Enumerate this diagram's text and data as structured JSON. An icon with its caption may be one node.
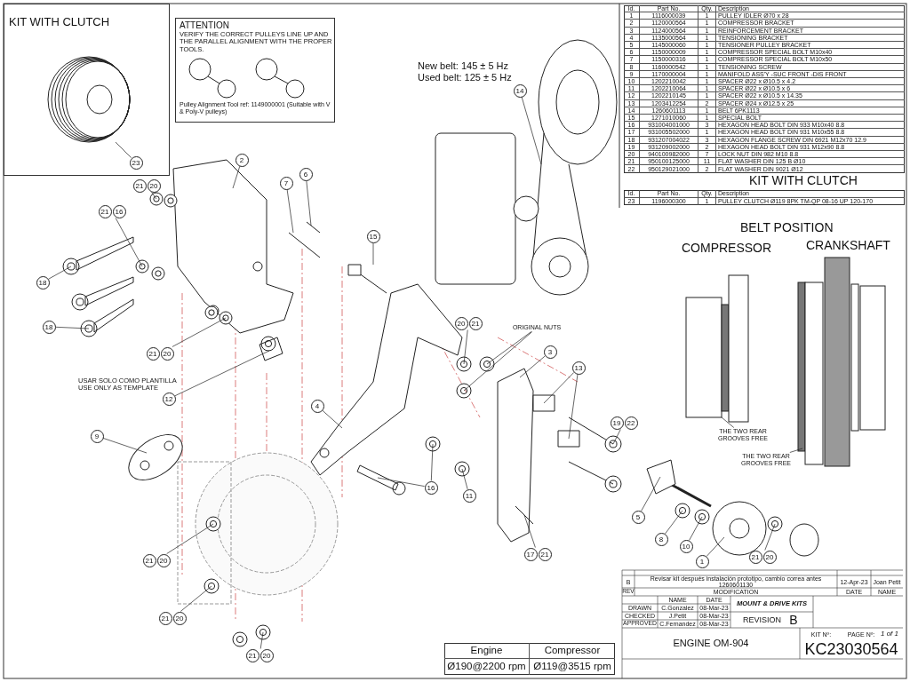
{
  "diagram": {
    "nodes": [
      {
        "text": [
          "23"
        ]
      },
      {
        "text": [
          "2"
        ]
      },
      {
        "text": [
          "21",
          "20"
        ]
      },
      {
        "text": [
          "7"
        ]
      },
      {
        "text": [
          "6"
        ]
      },
      {
        "text": [
          "21",
          "16"
        ]
      },
      {
        "text": [
          "18"
        ]
      },
      {
        "text": [
          "15"
        ]
      },
      {
        "text": [
          "18"
        ]
      },
      {
        "text": [
          "21",
          "20"
        ]
      },
      {
        "text": [
          "12"
        ]
      },
      {
        "text": [
          "4"
        ]
      },
      {
        "text": [
          "9"
        ]
      },
      {
        "text": [
          "20",
          "21"
        ]
      },
      {
        "text": [
          "ORIGINAL NUTS"
        ]
      },
      {
        "text": [
          "3"
        ]
      },
      {
        "text": [
          "13"
        ]
      },
      {
        "text": [
          "19",
          "22"
        ]
      },
      {
        "text": [
          "14"
        ]
      },
      {
        "text": [
          "16"
        ]
      },
      {
        "text": [
          "11"
        ]
      },
      {
        "text": [
          "5"
        ]
      },
      {
        "text": [
          "8"
        ]
      },
      {
        "text": [
          "10"
        ]
      },
      {
        "text": [
          "1"
        ]
      },
      {
        "text": [
          "17",
          "21"
        ]
      },
      {
        "text": [
          "21",
          "20"
        ]
      },
      {
        "text": [
          "21",
          "20"
        ]
      },
      {
        "text": [
          "21",
          "20"
        ]
      },
      {
        "text": [
          "21",
          "20"
        ]
      },
      {
        "text": [
          "THE TWO REAR GROOVES FREE"
        ]
      },
      {
        "text": [
          "THE TWO REAR GROOVES FREE"
        ]
      }
    ],
    "edges": [
      {
        "from": 0,
        "to": null,
        "arrow": "none"
      },
      {
        "from": 1,
        "to": null,
        "arrow": "none"
      },
      {
        "from": 2,
        "to": null,
        "arrow": "none"
      },
      {
        "from": 3,
        "to": null,
        "arrow": "none"
      },
      {
        "from": 4,
        "to": null,
        "arrow": "none"
      },
      {
        "from": 5,
        "to": null,
        "arrow": "none"
      },
      {
        "from": 6,
        "to": null,
        "arrow": "none"
      },
      {
        "from": 7,
        "to": null,
        "arrow": "none"
      },
      {
        "from": 8,
        "to": null,
        "arrow": "none"
      },
      {
        "from": 9,
        "to": null,
        "arrow": "none"
      },
      {
        "from": 10,
        "to": null,
        "arrow": "none"
      },
      {
        "from": 11,
        "to": null,
        "arrow": "none"
      },
      {
        "from": 12,
        "to": null,
        "arrow": "none"
      },
      {
        "from": 13,
        "to": null,
        "arrow": "none"
      },
      {
        "from": 14,
        "to": null,
        "arrow": "none"
      },
      {
        "from": 14,
        "to": null,
        "arrow": "none"
      },
      {
        "from": 15,
        "to": null,
        "arrow": "none"
      },
      {
        "from": 16,
        "to": null,
        "arrow": "none"
      },
      {
        "from": 16,
        "to": null,
        "arrow": "none"
      },
      {
        "from": 17,
        "to": null,
        "arrow": "none"
      },
      {
        "from": 18,
        "to": null,
        "arrow": "none"
      },
      {
        "from": 19,
        "to": null,
        "arrow": "none"
      },
      {
        "from": 19,
        "to": null,
        "arrow": "none"
      },
      {
        "from": 20,
        "to": null,
        "arrow": "none"
      },
      {
        "from": 21,
        "to": null,
        "arrow": "none"
      },
      {
        "from": 22,
        "to": null,
        "arrow": "none"
      },
      {
        "from": 23,
        "to": null,
        "arrow": "none"
      },
      {
        "from": 24,
        "to": null,
        "arrow": "none"
      },
      {
        "from": 25,
        "to": null,
        "arrow": "none"
      },
      {
        "from": 26,
        "to": null,
        "arrow": "none"
      },
      {
        "from": 27,
        "to": null,
        "arrow": "none"
      },
      {
        "from": 28,
        "to": null,
        "arrow": "none"
      },
      {
        "from": 29,
        "to": null,
        "arrow": "none"
      },
      {
        "from": 30,
        "to": null,
        "arrow": "none"
      },
      {
        "from": 31,
        "to": null,
        "arrow": "none"
      }
    ],
    "labels": [
      "KIT WITH CLUTCH",
      "ATTENTION",
      "VERIFY THE CORRECT PULLEYS LINE UP AND THE PARALLEL ALIGNMENT WITH THE PROPER TOOLS.",
      "Pulley Alignment Tool ref: 1149000001 (Suitable with V & Poly-V pulleys)",
      "Id.",
      "Part No.",
      "Qty.",
      "Description",
      "1",
      "1116000039",
      "1",
      "PULLEY IDLER Ø70 x 28",
      "2",
      "1120000564",
      "1",
      "COMPRESSOR BRACKET",
      "3",
      "1124000564",
      "1",
      "REINFORCEMENT BRACKET",
      "4",
      "1135000564",
      "1",
      "TENSIONING BRACKET",
      "5",
      "1145000060",
      "1",
      "TENSIONER PULLEY BRACKET",
      "6",
      "1150000009",
      "1",
      "COMPRESSOR SPECIAL BOLT M10x40",
      "7",
      "1150000316",
      "1",
      "COMPRESSOR SPECIAL BOLT M10x50",
      "8",
      "1160000542",
      "1",
      "TENSIONING SCREW",
      "9",
      "1170000004",
      "1",
      "MANIFOLD ASS'Y -SUC FRONT -DIS FRONT",
      "10",
      "1202210042",
      "1",
      "SPACER Ø22 x Ø10.5 x 4.2",
      "11",
      "1202210064",
      "1",
      "SPACER Ø22 x Ø10.5 x 6",
      "12",
      "1202210145",
      "1",
      "SPACER Ø22 x Ø10.5 x 14.35",
      "13",
      "1203412254",
      "2",
      "SPACER Ø24 x Ø12.5 x 25",
      "14",
      "1260601113",
      "1",
      "BELT 6PK1113",
      "15",
      "1271010060",
      "1",
      "SPECIAL BOLT",
      "16",
      "931004001000",
      "3",
      "HEXAGON HEAD BOLT DIN 933 M10x40 8.8",
      "17",
      "931005502000",
      "1",
      "HEXAGON HEAD BOLT DIN 931 M10x55 8.8",
      "18",
      "931207004022",
      "3",
      "HEXAGON FLANGE SCREW DIN 6921 M12x70 12.9",
      "19",
      "931209002000",
      "2",
      "HEXAGON HEAD BOLT DIN 931 M12x90 8.8",
      "20",
      "940100982000",
      "7",
      "LOCK NUT DIN 982 M10 8.8",
      "21",
      "950100125000",
      "11",
      "FLAT WASHER DIN 125 B Ø10",
      "22",
      "950129021000",
      "2",
      "FLAT WASHER DIN 9021 Ø12",
      "KIT WITH CLUTCH",
      "Id.",
      "Part No.",
      "Qty.",
      "Description",
      "23",
      "1196000300",
      "1",
      "PULLEY CLUTCH Ø119 8PK TM-QP 08-16 UP 120-170",
      "New belt: 145 ± 5 Hz",
      "Used belt: 125 ± 5 Hz",
      "BELT POSITION",
      "COMPRESSOR",
      "CRANKSHAFT",
      "USAR SOLO COMO PLANTILLA USE ONLY AS TEMPLATE",
      "Engine",
      "Compressor",
      "Ø190@2200 rpm",
      "Ø119@3515 rpm",
      "B",
      "Revisar kit después instalación prototipo, cambio correa antes 1260601130",
      "12-Apr-23",
      "Joan Petit",
      "REV",
      "MODIFICATION",
      "DATE",
      "NAME",
      "NAME",
      "DATE",
      "MOUNT & DRIVE KITS",
      "DRAWN",
      "C.Gonzalez",
      "08-Mar-23",
      "CHECKED",
      "J.Petit",
      "08-Mar-23",
      "REVISION",
      "B",
      "APPROVED",
      "C.Fernandez",
      "08-Mar-23",
      "KIT Nº:",
      "PAGE Nº:",
      "1 of 1",
      "ENGINE OM-904",
      "KC23030564"
    ]
  }
}
